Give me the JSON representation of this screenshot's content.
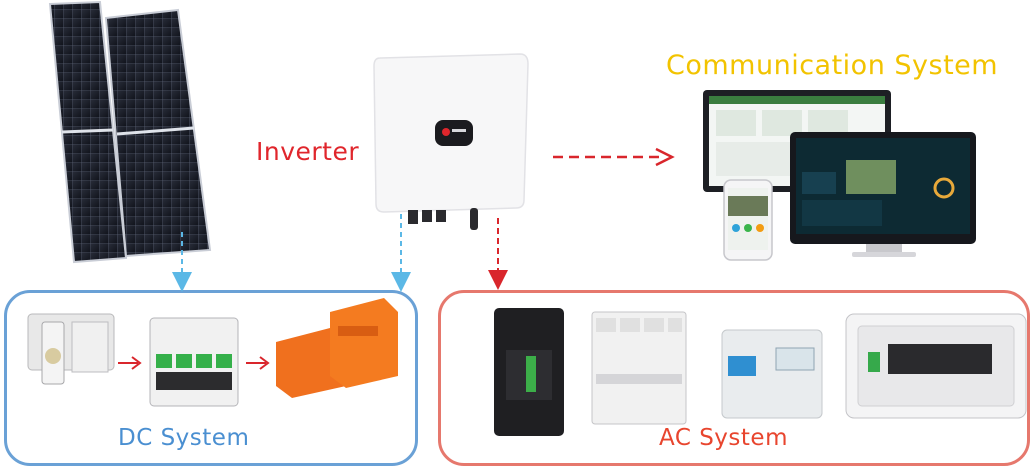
{
  "labels": {
    "communication_system": "Communication System",
    "inverter": "Inverter",
    "dc_system": "DC System",
    "ac_system": "AC System"
  },
  "colors": {
    "communication": "#f2c300",
    "inverter": "#e0262c",
    "dc": "#4a8fd1",
    "ac": "#e8452e",
    "dc_arrow": "#5bb8e6",
    "ac_arrow": "#d9262c"
  },
  "devices": {
    "dc": [
      "fuse-holder",
      "dc-breaker",
      "dc-surge-protector"
    ],
    "ac": [
      "moulded-case-breaker",
      "surge-protector-module",
      "energy-meter",
      "distribution-box"
    ],
    "comm": [
      "desktop-monitor",
      "laptop-screen",
      "smartphone"
    ]
  }
}
